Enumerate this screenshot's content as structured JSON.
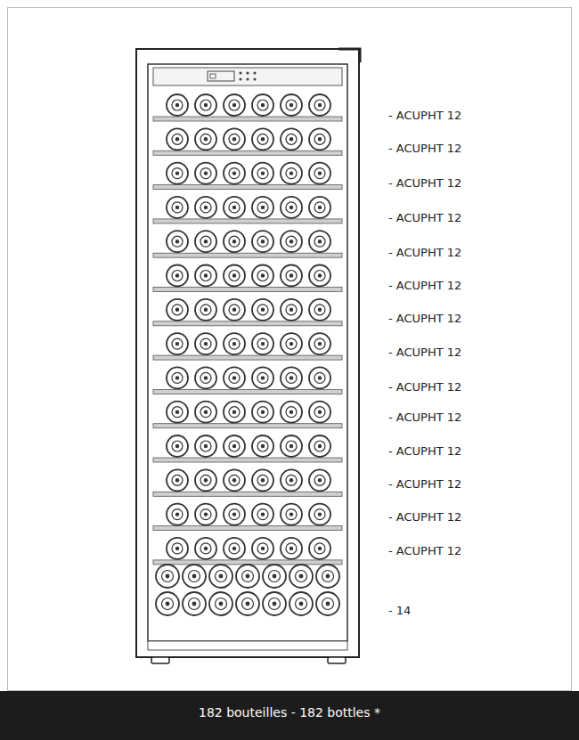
{
  "diagram": {
    "caption": "182 bouteilles - 182 bottles *",
    "labels": [
      "- ACUPHT 12",
      "- ACUPHT 12",
      "- ACUPHT 12",
      "- ACUPHT 12",
      "- ACUPHT 12",
      "- ACUPHT 12",
      "- ACUPHT 12",
      "- ACUPHT 12",
      "- ACUPHT 12",
      "- ACUPHT 12",
      "- ACUPHT 12",
      "- ACUPHT 12",
      "- ACUPHT 12",
      "- ACUPHT 12",
      "- 14"
    ]
  }
}
